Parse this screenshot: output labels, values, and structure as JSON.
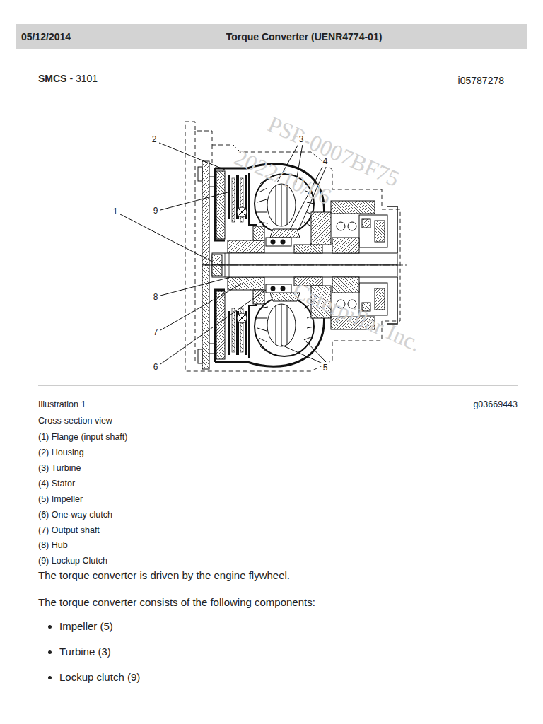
{
  "diagram": {
    "nodes": [
      {
        "text": [
          "05/12/2014",
          "Torque Converter (UENR4774-01)"
        ]
      }
    ],
    "labels": [
      "SMCS",
      "- 3101",
      "i05787278",
      "PSP-0007BF75",
      "2022/10/06",
      "Caterpillar Inc.",
      "2",
      "3",
      "4",
      "1",
      "9",
      "8",
      "7",
      "6",
      "5",
      "Illustration 1",
      "g03669443",
      "Cross-section view",
      "(1) Flange (input shaft)",
      "(2) Housing",
      "(3) Turbine",
      "(4) Stator",
      "(5) Impeller",
      "(6) One-way clutch",
      "(7) Output shaft",
      "(8) Hub",
      "(9) Lockup Clutch",
      "The torque converter is driven by the engine flywheel.",
      "The torque converter consists of the following components:",
      "Impeller (5)",
      "Turbine (3)",
      "Lockup clutch (9)"
    ]
  }
}
